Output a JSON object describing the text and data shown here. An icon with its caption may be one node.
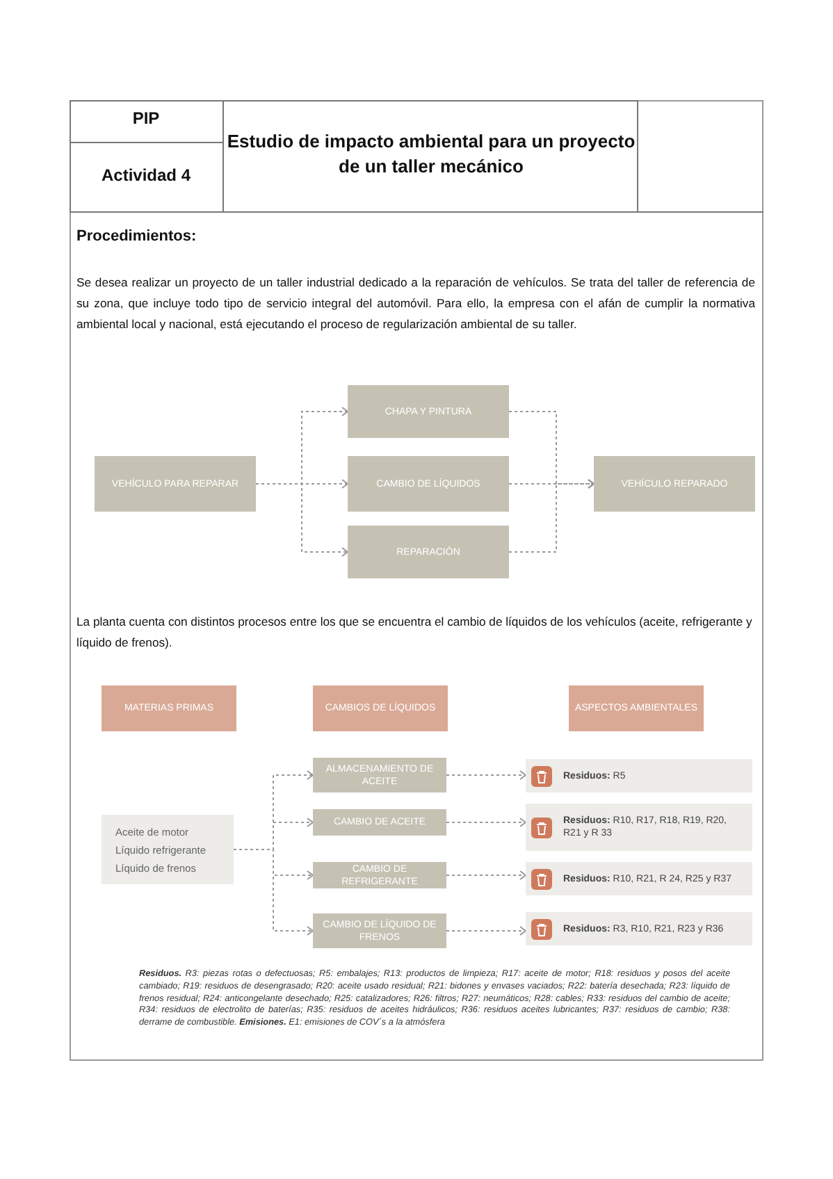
{
  "diagram": {
    "title": "Estudio de impacto ambiental para un proyecto de un taller mecánico",
    "nodes": [
      {
        "text": [
          "VEHÍCULO PARA REPARAR"
        ]
      },
      {
        "text": [
          "CHAPA Y PINTURA"
        ]
      },
      {
        "text": [
          "CAMBIO DE LÍQUIDOS"
        ]
      },
      {
        "text": [
          "REPARACIÓN"
        ]
      },
      {
        "text": [
          "VEHÍCULO REPARADO"
        ]
      },
      {
        "text": [
          "MATERIAS PRIMAS"
        ]
      },
      {
        "text": [
          "CAMBIOS DE LÍQUIDOS"
        ]
      },
      {
        "text": [
          "ASPECTOS AMBIENTALES"
        ]
      },
      {
        "text": [
          "ALMACENAMIENTO DE ACEITE"
        ]
      },
      {
        "text": [
          "CAMBIO DE ACEITE"
        ]
      },
      {
        "text": [
          "CAMBIO DE REFRIGERANTE"
        ]
      },
      {
        "text": [
          "CAMBIO DE LÍQUIDO DE FRENOS"
        ]
      },
      {
        "text": [
          "Aceite de motor",
          "Líquido refrigerante",
          "Líquido de frenos"
        ]
      },
      {
        "text": [
          "**Residuos:** R5"
        ]
      },
      {
        "text": [
          "**Residuos:** R10, R17, R18, R19, R20, R21 y R 33"
        ]
      },
      {
        "text": [
          "**Residuos:** R10, R21, R 24, R25 y R37"
        ]
      },
      {
        "text": [
          "**Residuos:** R3, R10, R21, R23 y R36"
        ]
      }
    ],
    "edges": [
      {
        "from": 0,
        "to": 1,
        "arrow": "to",
        "style": "dashed"
      },
      {
        "from": 0,
        "to": 2,
        "arrow": "to",
        "style": "dashed"
      },
      {
        "from": 0,
        "to": 3,
        "arrow": "to",
        "style": "dashed"
      },
      {
        "from": 1,
        "to": 4,
        "arrow": "to",
        "style": "dashed"
      },
      {
        "from": 2,
        "to": 4,
        "arrow": "to",
        "style": "dashed"
      },
      {
        "from": 3,
        "to": 4,
        "arrow": "to",
        "style": "dashed"
      },
      {
        "from": 12,
        "to": 8,
        "arrow": "to",
        "style": "dashed"
      },
      {
        "from": 12,
        "to": 9,
        "arrow": "to",
        "style": "dashed"
      },
      {
        "from": 12,
        "to": 10,
        "arrow": "to",
        "style": "dashed"
      },
      {
        "from": 12,
        "to": 11,
        "arrow": "to",
        "style": "dashed"
      },
      {
        "from": 8,
        "to": 13,
        "arrow": "to",
        "style": "dashed"
      },
      {
        "from": 9,
        "to": 14,
        "arrow": "to",
        "style": "dashed"
      },
      {
        "from": 10,
        "to": 15,
        "arrow": "to",
        "style": "dashed"
      },
      {
        "from": 11,
        "to": 16,
        "arrow": "to",
        "style": "dashed"
      }
    ],
    "labels": [
      "PIP",
      "Actividad 4",
      "Procedimientos:",
      "Se desea realizar un proyecto de un taller industrial dedicado a la reparación de vehículos. Se trata del taller de referencia de su zona, que incluye todo tipo de servicio integral del automóvil. Para ello, la empresa con el afán de cumplir la normativa ambiental local y nacional, está ejecutando el proceso de regularización ambiental de su taller.",
      "La planta cuenta con distintos procesos entre los que se encuentra el cambio de líquidos de los vehículos (aceite, refrigerante y líquido de frenos).",
      "**Residuos.** R3: piezas rotas o defectuosas; R5: embalajes; R13: productos de limpieza; R17: aceite de motor; R18: residuos y posos del aceite cambiado; R19: residuos de desengrasado; R20: aceite usado residual; R21: bidones y envases vaciados; R22: batería desechada; R23: líquido de frenos residual; R24: anticongelante desechado; R25: catalizadores; R26: filtros; R27: neumáticos; R28: cables; R33: residuos del cambio de aceite; R34: residuos de electrolito de baterías; R35: residuos de aceites hidráulicos; R36: residuos aceites lubricantes; R37: residuos de cambio; R38: derrame de combustible. **Emisiones.** E1: emisiones de COV´s a la atmósfera"
    ]
  }
}
